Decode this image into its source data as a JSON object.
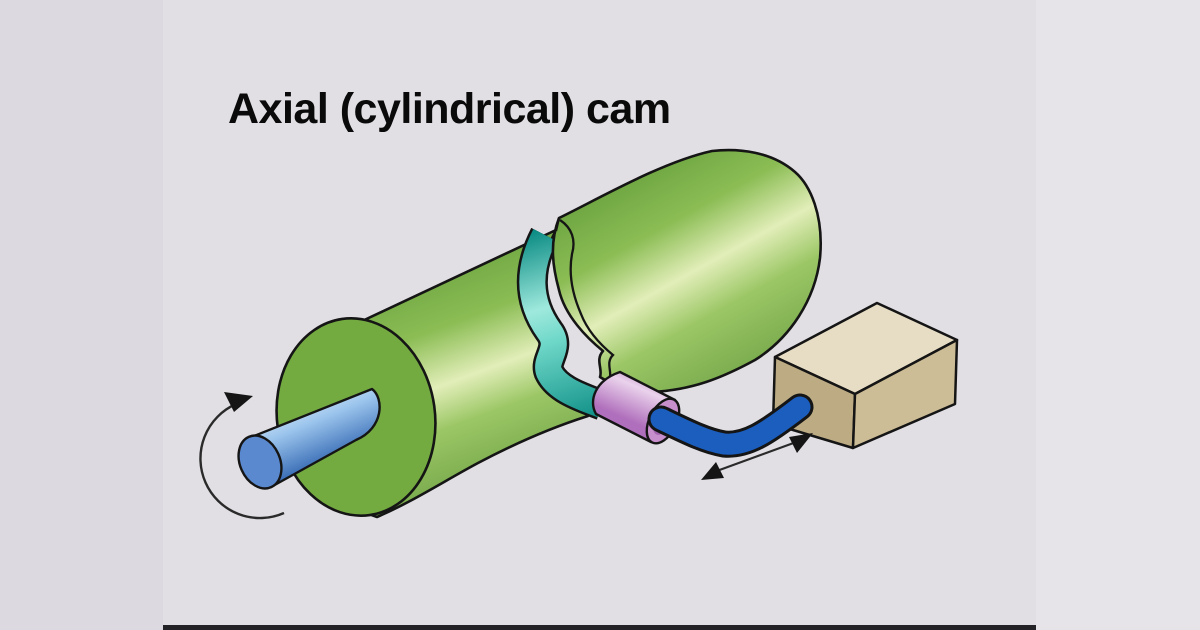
{
  "title": "Axial (cylindrical) cam",
  "diagram": {
    "subject": "axial cylindrical cam mechanism",
    "parts": [
      {
        "id": "cam-cylinder-left-half",
        "color": "#74ab41"
      },
      {
        "id": "cam-cylinder-right-half",
        "color": "#74ab41"
      },
      {
        "id": "cam-track-groove",
        "color": "#0d8d85"
      },
      {
        "id": "drive-shaft",
        "color": "#5b89d0"
      },
      {
        "id": "follower-roller",
        "color": "#c78fcc"
      },
      {
        "id": "follower-rod",
        "color": "#1b5ebe"
      },
      {
        "id": "slide-block",
        "color": "#cdbd96"
      }
    ],
    "arrows": [
      {
        "id": "rotation-arrow"
      },
      {
        "id": "linear-motion-arrow"
      }
    ]
  },
  "colors": {
    "bg_left": "#dcdae0",
    "bg_center": "#e1dfe4",
    "bg_right": "#e6e4e9",
    "bottom_bar": "#232327",
    "title_color": "#0a0a0a",
    "outline": "#151515",
    "green_face": "#74ab41",
    "green_dark": "#538c31",
    "green_mid": "#8cbd55",
    "green_highlight": "#e2eeb9",
    "teal_dark": "#0d8d85",
    "teal_light": "#9fe9dd",
    "shaft_blue": "#5b89d0",
    "shaft_light": "#c9e0f5",
    "shaft_dark": "#3e71b8",
    "rod_blue": "#1b5ebe",
    "roller_light": "#ead2ec",
    "roller_mid": "#bd8ac6",
    "roller_cap": "#c78fcc",
    "roller_inner": "#a365ae",
    "box_top": "#e7ddc4",
    "box_left": "#bcab83",
    "box_right": "#cdbd96"
  }
}
